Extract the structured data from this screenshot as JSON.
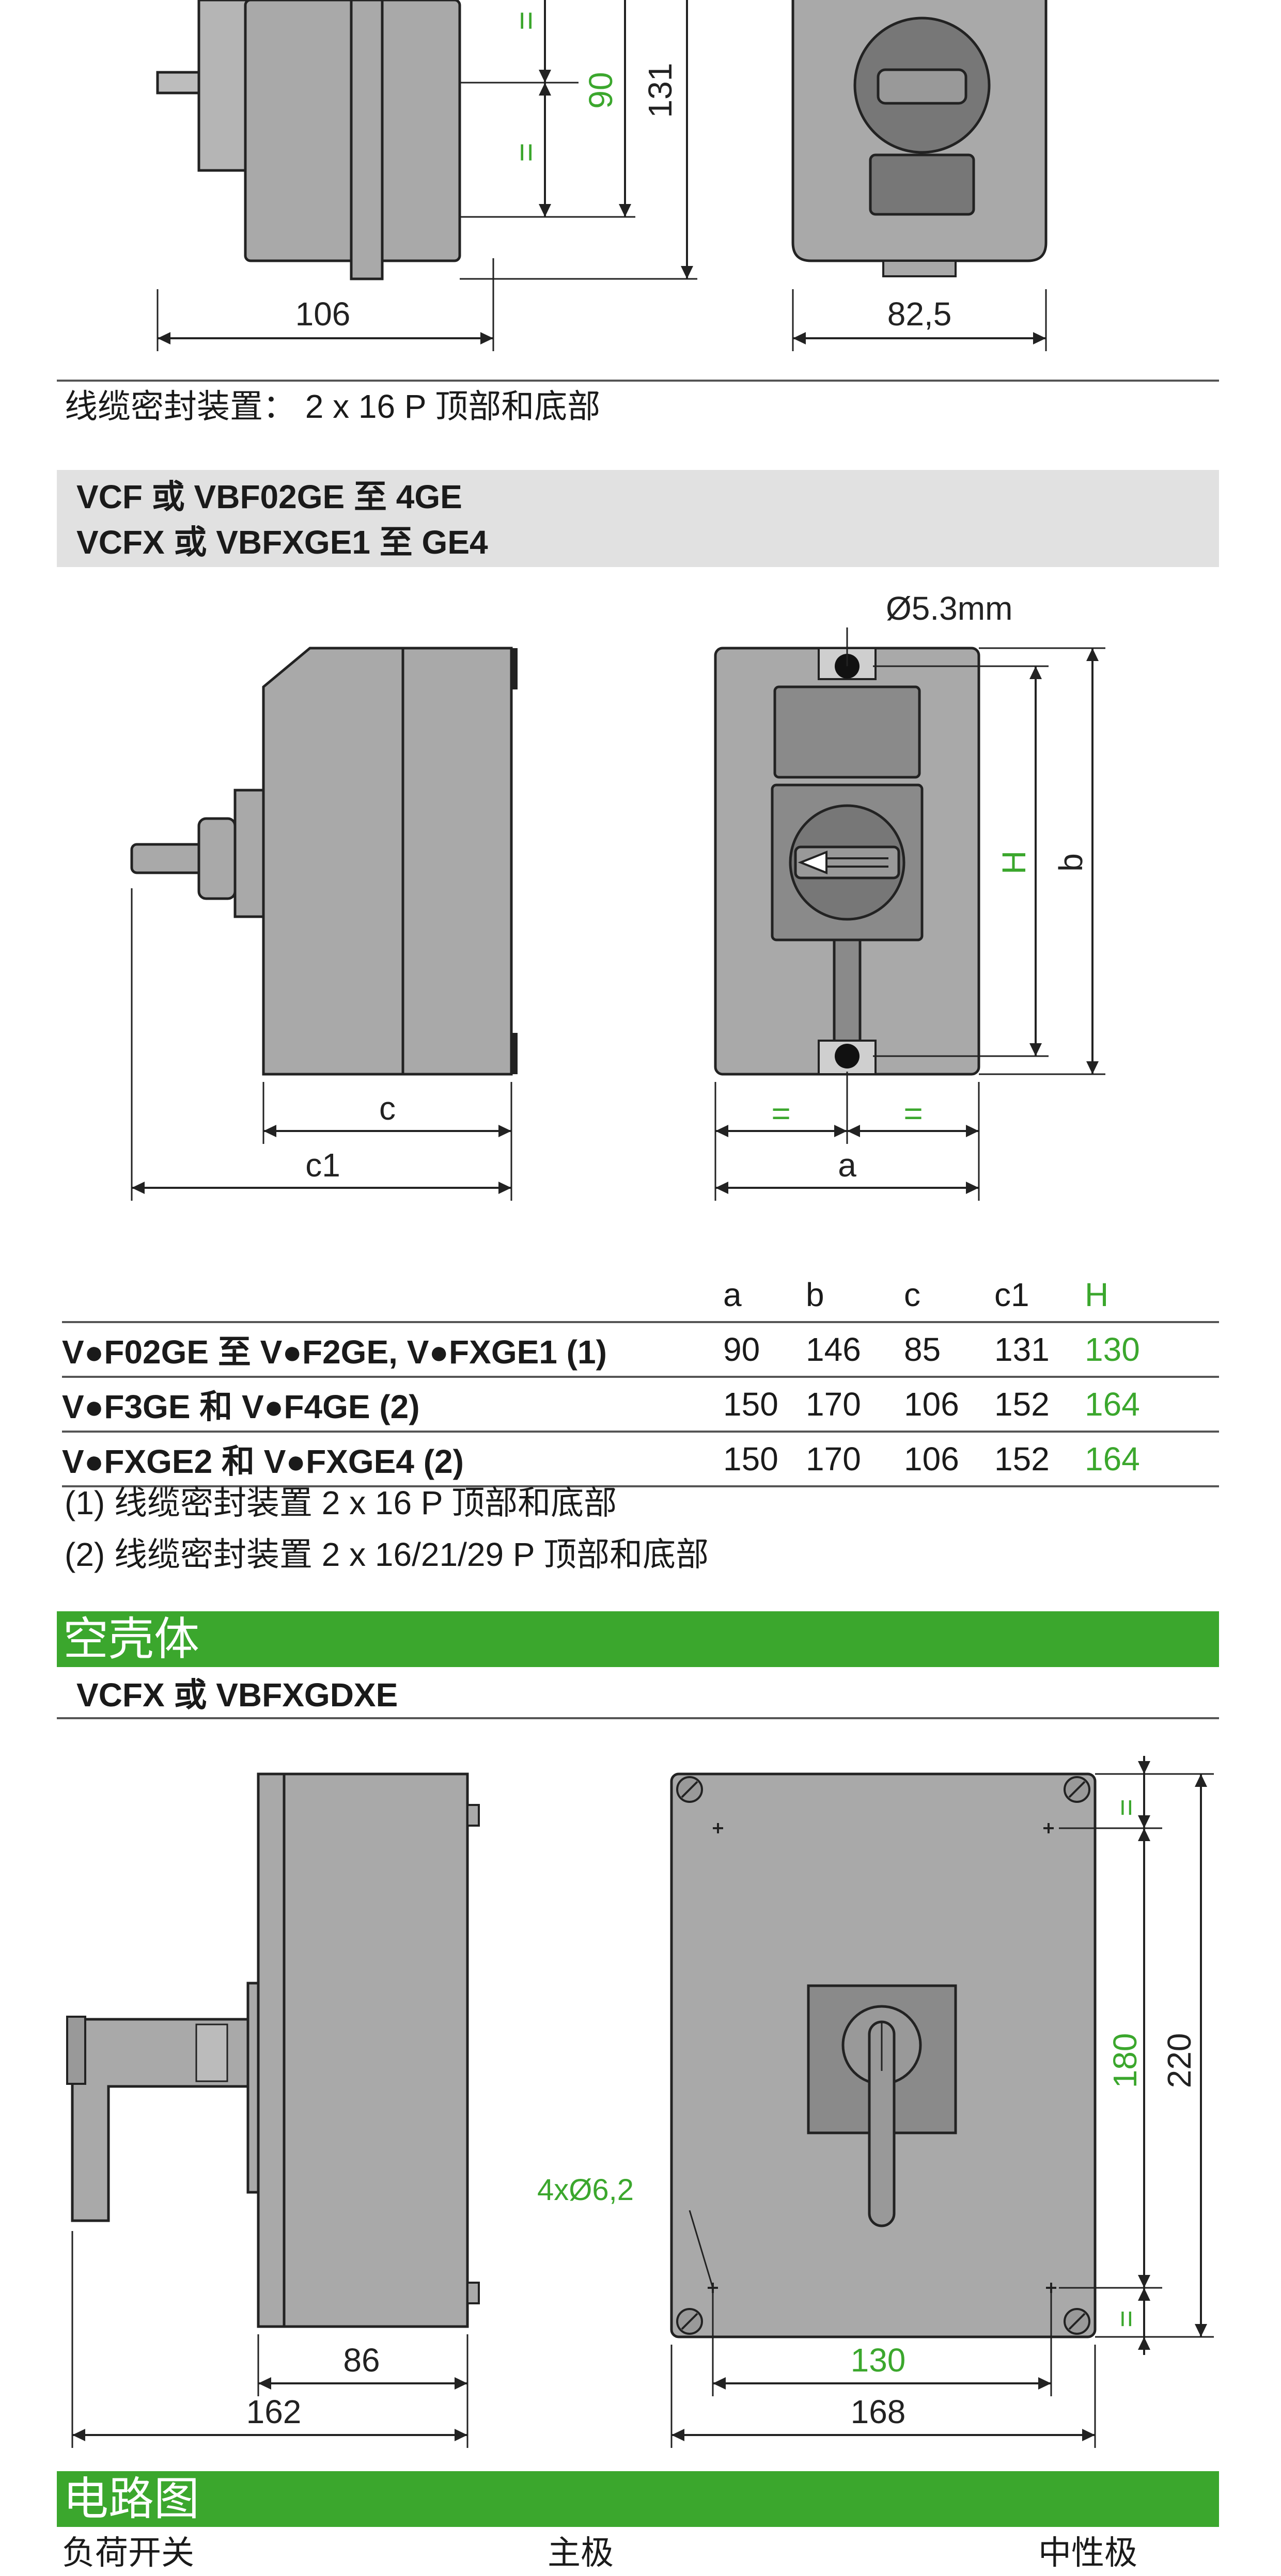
{
  "section1": {
    "dims": {
      "d_eq_top": "=",
      "d_90": "90",
      "d_eq_bottom": "=",
      "d_131": "131",
      "d_106": "106",
      "d_82_5": "82,5"
    },
    "cable_note": "线缆密封装置： 2 x 16 P 顶部和底部"
  },
  "section2": {
    "title_line1": "VCF 或 VBF02GE 至 4GE",
    "title_line2": "VCFX 或 VBFXGE1 至 GE4",
    "dims": {
      "hole": "Ø5.3mm",
      "H": "H",
      "b": "b",
      "c": "c",
      "c1": "c1",
      "a": "a",
      "eq": "="
    },
    "table": {
      "headers": [
        "a",
        "b",
        "c",
        "c1",
        "H"
      ],
      "rows": [
        {
          "name": "V●F02GE 至 V●F2GE, V●FXGE1 (1)",
          "a": "90",
          "b": "146",
          "c": "85",
          "c1": "131",
          "H": "130"
        },
        {
          "name": "V●F3GE 和 V●F4GE (2)",
          "a": "150",
          "b": "170",
          "c": "106",
          "c1": "152",
          "H": "164"
        },
        {
          "name": "V●FXGE2 和 V●FXGE4 (2)",
          "a": "150",
          "b": "170",
          "c": "106",
          "c1": "152",
          "H": "164"
        }
      ]
    },
    "notes": [
      "(1) 线缆密封装置 2 x 16 P 顶部和底部",
      "(2) 线缆密封装置 2 x 16/21/29 P 顶部和底部"
    ]
  },
  "section3": {
    "header": "空壳体",
    "subtitle": "VCFX 或 VBFXGDXE",
    "dims": {
      "d86": "86",
      "d162": "162",
      "holes": "4xØ6,2",
      "d130": "130",
      "d168": "168",
      "d180": "180",
      "d220": "220",
      "eq": "="
    }
  },
  "section4": {
    "header": "电路图",
    "labels": [
      "负荷开关",
      "主极",
      "中性极"
    ]
  },
  "colors": {
    "accent_green": "#3ba72d",
    "band_grey": "#e1e1e1",
    "body_grey": "#a9a9a9",
    "dark_grey": "#8a8a8a"
  }
}
